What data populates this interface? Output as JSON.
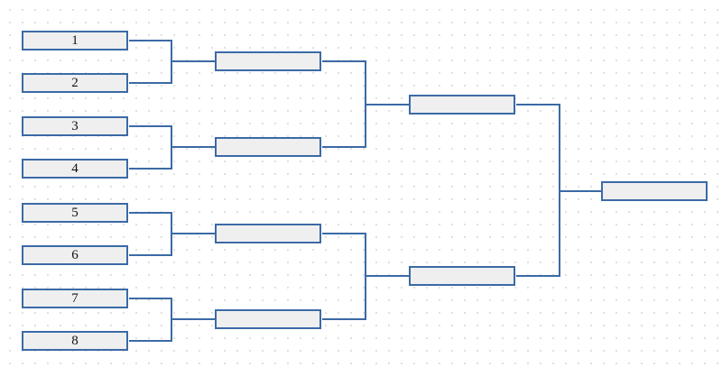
{
  "bracket": {
    "colors": {
      "line": "#3b6aa6",
      "slot_fill": "#efefef"
    },
    "round1": [
      "1",
      "2",
      "3",
      "4",
      "5",
      "6",
      "7",
      "8"
    ],
    "round2": [
      "",
      "",
      "",
      ""
    ],
    "round3": [
      "",
      ""
    ],
    "final": [
      ""
    ]
  }
}
